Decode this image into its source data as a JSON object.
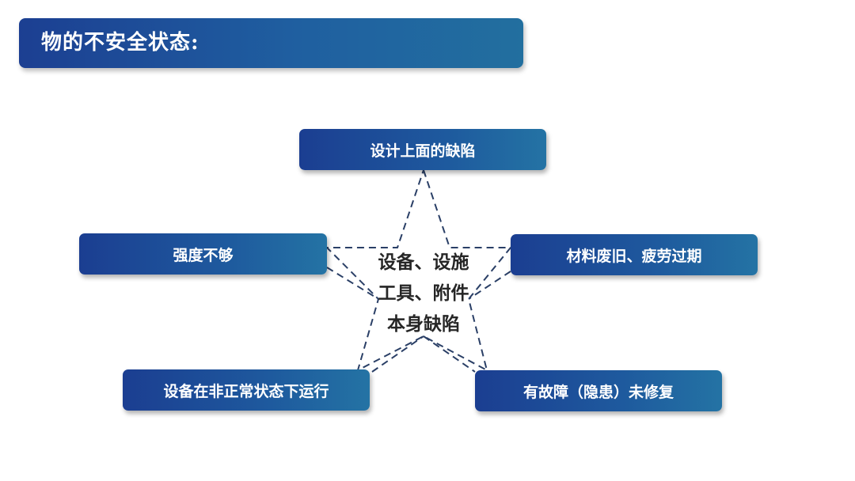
{
  "title": "物的不安全状态:",
  "center": {
    "lines": [
      "设备、设施",
      "工具、附件",
      "本身缺陷"
    ]
  },
  "nodes": {
    "top": "设计上面的缺陷",
    "left": "强度不够",
    "right": "材料废旧、疲劳过期",
    "bottom_left": "设备在非正常状态下运行",
    "bottom_right": "有故障（隐患）未修复"
  },
  "colors": {
    "box_gradient_start": "#1b3e91",
    "box_gradient_end": "#2473a4",
    "star_line": "#2a3f66",
    "center_text": "#262626"
  }
}
